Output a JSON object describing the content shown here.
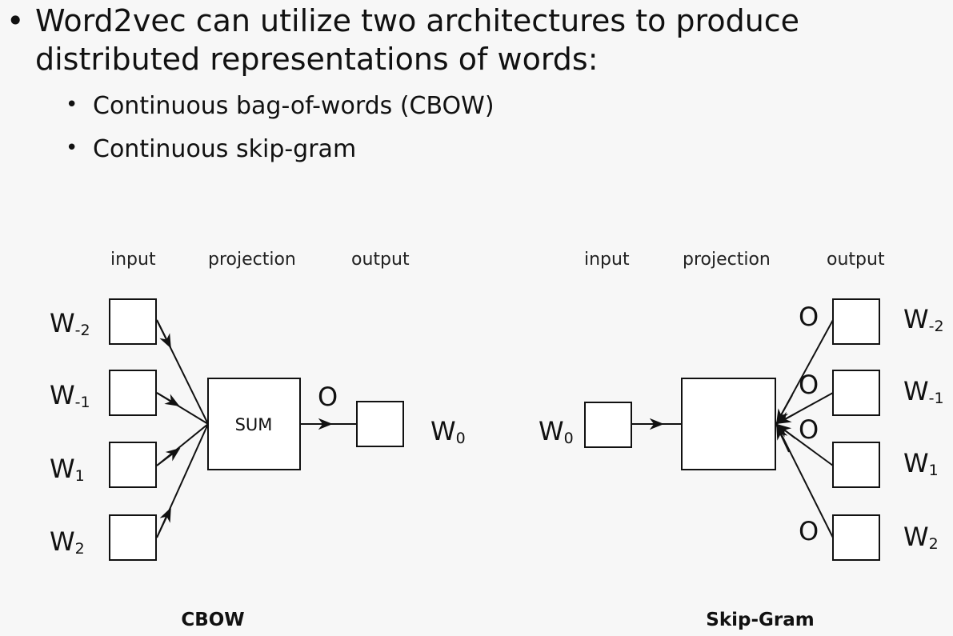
{
  "bullets": {
    "main": "Word2vec can utilize two architectures to produce distributed representations of words:",
    "sub": [
      "Continuous bag-of-words (CBOW)",
      "Continuous skip-gram"
    ],
    "glyph": "•"
  },
  "cbow": {
    "layers": {
      "input": "input",
      "projection": "projection",
      "output": "output"
    },
    "inputs": [
      {
        "base": "W",
        "sub": "-2"
      },
      {
        "base": "W",
        "sub": "-1"
      },
      {
        "base": "W",
        "sub": "1"
      },
      {
        "base": "W",
        "sub": "2"
      }
    ],
    "sum_label": "SUM",
    "o_marker": "O",
    "output_word": {
      "base": "W",
      "sub": "0"
    },
    "caption": "CBOW"
  },
  "skipgram": {
    "layers": {
      "input": "input",
      "projection": "projection",
      "output": "output"
    },
    "input_word": {
      "base": "W",
      "sub": "0"
    },
    "outputs": [
      {
        "base": "W",
        "sub": "-2"
      },
      {
        "base": "W",
        "sub": "-1"
      },
      {
        "base": "W",
        "sub": "1"
      },
      {
        "base": "W",
        "sub": "2"
      }
    ],
    "o_markers": [
      "O",
      "O",
      "O",
      "O"
    ],
    "caption": "Skip-Gram"
  }
}
